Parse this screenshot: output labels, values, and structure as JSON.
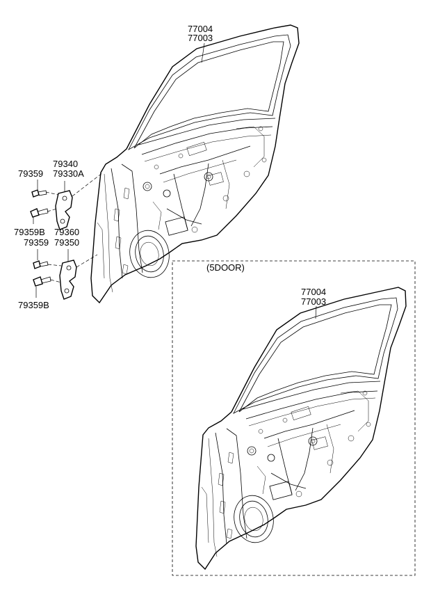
{
  "diagram": {
    "upper_door": {
      "part_numbers": [
        "77004",
        "77003"
      ]
    },
    "hinges": {
      "upper_hinge_parts": [
        "79340",
        "79330A"
      ],
      "upper_bolt_top": "79359",
      "upper_bolt_bottom": "79359B",
      "lower_hinge_parts": [
        "79360",
        "79350"
      ],
      "lower_bolt_top": "79359",
      "lower_bolt_bottom": "79359B"
    },
    "variant_box": {
      "label": "(5DOOR)",
      "part_numbers": [
        "77004",
        "77003"
      ]
    }
  }
}
